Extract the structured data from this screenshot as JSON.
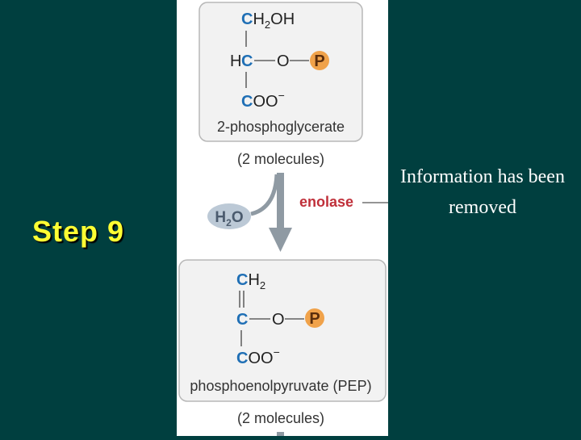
{
  "slide": {
    "step_label": "Step 9",
    "note": "Information has been removed"
  },
  "reaction": {
    "substrate": {
      "name": "2-phosphoglycerate",
      "count": "(2 molecules)",
      "formula": {
        "top_C": "C",
        "top_H": "H",
        "top_sub": "2",
        "top_OH": "OH",
        "mid_H": "H",
        "mid_C": "C",
        "mid_O": "O",
        "bot_C": "C",
        "bot_OO": "OO",
        "bot_charge": "−",
        "phosphate": "P"
      }
    },
    "enzyme": "enolase",
    "byproduct": {
      "H": "H",
      "sub": "2",
      "O": "O"
    },
    "product": {
      "name": "phosphoenolpyruvate (PEP)",
      "count": "(2 molecules)",
      "formula": {
        "top_C": "C",
        "top_H": "H",
        "top_sub": "2",
        "mid_C": "C",
        "mid_O": "O",
        "bot_C": "C",
        "bot_OO": "OO",
        "bot_charge": "−",
        "phosphate": "P"
      }
    }
  },
  "colors": {
    "background": "#003f3f",
    "step_label": "#ffff33",
    "carbon": "#1f6fb5",
    "phosphate_fill": "#f0a24a",
    "enzyme_text": "#c0303a",
    "box_fill": "#f2f2f2",
    "box_border": "#b8b8b8",
    "arrow": "#8f9aa3",
    "water_fill": "#bcc9d6"
  }
}
